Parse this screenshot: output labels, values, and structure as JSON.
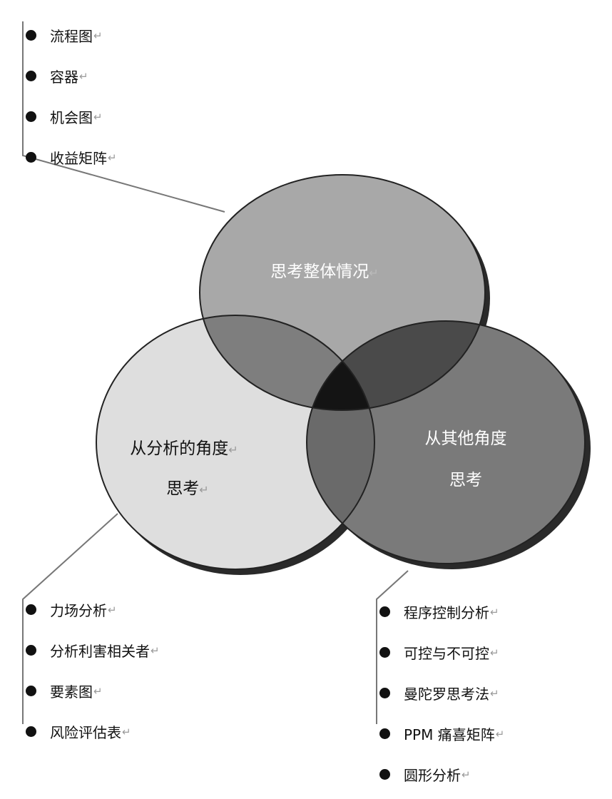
{
  "return_mark": "↵",
  "circles": {
    "top": {
      "line1": "思考整体情况",
      "line2": ""
    },
    "left": {
      "line1": "从分析的角度",
      "line2": "思考"
    },
    "right": {
      "line1": "从其他角度",
      "line2": "思考"
    }
  },
  "lists": {
    "top": [
      "流程图",
      "容器",
      "机会图",
      "收益矩阵"
    ],
    "left": [
      "力场分析",
      "分析利害相关者",
      "要素图",
      "风险评估表"
    ],
    "right": [
      "程序控制分析",
      "可控与不可控",
      "曼陀罗思考法",
      "PPM 痛喜矩阵",
      "圆形分析"
    ]
  },
  "colors": {
    "top_circle": "#a8a8a8",
    "left_circle": "#dedede",
    "right_circle": "#7a7a7a",
    "top_left_overlap": "#7e7e7e",
    "top_right_overlap": "#4a4a4a",
    "left_right_overlap": "#6a6a6a",
    "center_overlap": "#141414"
  }
}
